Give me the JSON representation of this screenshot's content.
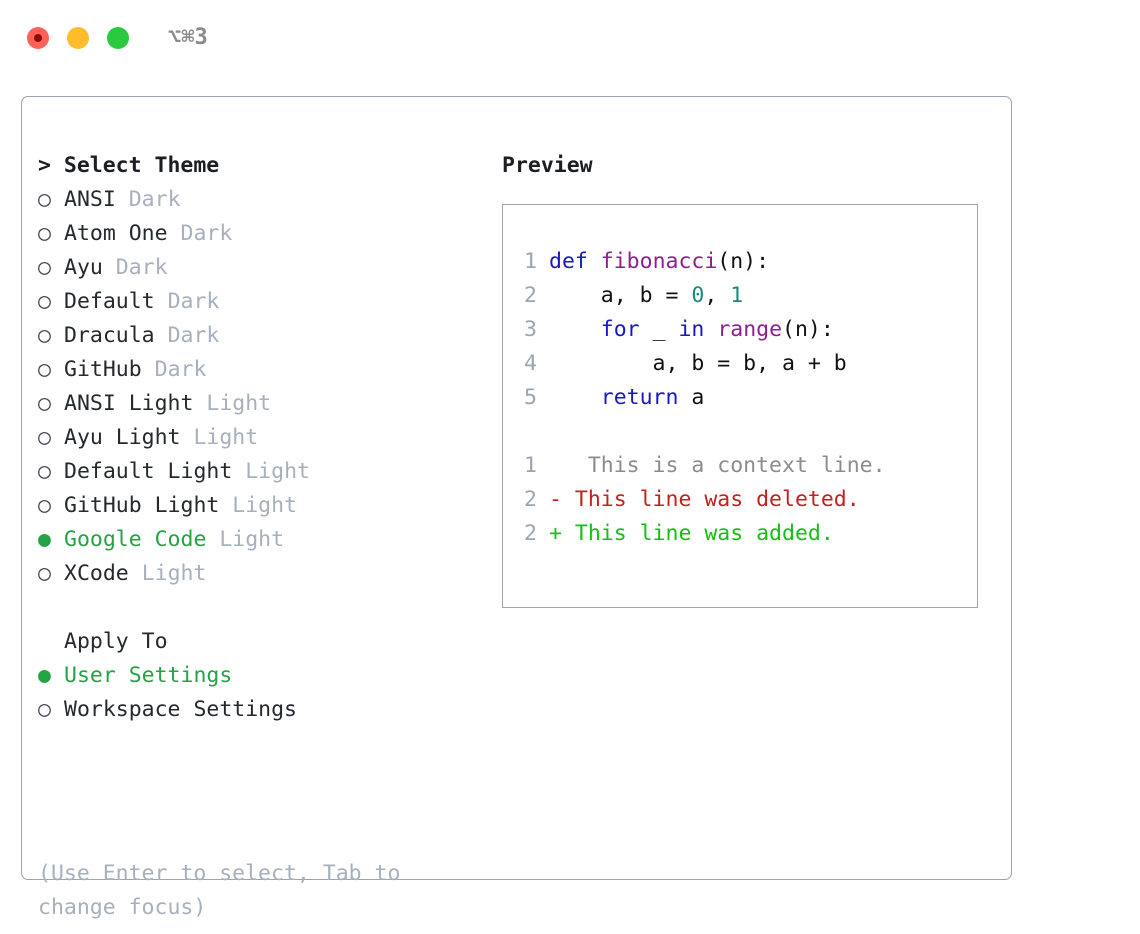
{
  "titlebar": {
    "shortcut": "⌥⌘3",
    "buttons": {
      "close": "close-button",
      "minimize": "minimize-button",
      "maximize": "maximize-button"
    }
  },
  "theme_section": {
    "heading": "> Select Theme",
    "prompt": ">",
    "title": "Select Theme",
    "items": [
      {
        "marker": "○",
        "label": "ANSI",
        "tag": "Dark",
        "selected": false
      },
      {
        "marker": "○",
        "label": "Atom One",
        "tag": "Dark",
        "selected": false
      },
      {
        "marker": "○",
        "label": "Ayu",
        "tag": "Dark",
        "selected": false
      },
      {
        "marker": "○",
        "label": "Default",
        "tag": "Dark",
        "selected": false
      },
      {
        "marker": "○",
        "label": "Dracula",
        "tag": "Dark",
        "selected": false
      },
      {
        "marker": "○",
        "label": "GitHub",
        "tag": "Dark",
        "selected": false
      },
      {
        "marker": "○",
        "label": "ANSI Light",
        "tag": "Light",
        "selected": false
      },
      {
        "marker": "○",
        "label": "Ayu Light",
        "tag": "Light",
        "selected": false
      },
      {
        "marker": "○",
        "label": "Default Light",
        "tag": "Light",
        "selected": false
      },
      {
        "marker": "○",
        "label": "GitHub Light",
        "tag": "Light",
        "selected": false
      },
      {
        "marker": "●",
        "label": "Google Code",
        "tag": "Light",
        "selected": true
      },
      {
        "marker": "○",
        "label": "XCode",
        "tag": "Light",
        "selected": false
      }
    ]
  },
  "apply_section": {
    "heading": "Apply To",
    "items": [
      {
        "marker": "●",
        "label": "User Settings",
        "selected": true
      },
      {
        "marker": "○",
        "label": "Workspace Settings",
        "selected": false
      }
    ]
  },
  "hint": "(Use Enter to select, Tab to change focus)",
  "preview": {
    "title": "Preview",
    "code_lines": [
      {
        "num": "1",
        "tokens": [
          {
            "t": "def",
            "c": "kw"
          },
          {
            "t": " ",
            "c": "plain"
          },
          {
            "t": "fibonacci",
            "c": "fn"
          },
          {
            "t": "(n):",
            "c": "plain"
          }
        ]
      },
      {
        "num": "2",
        "tokens": [
          {
            "t": "    a, b = ",
            "c": "plain"
          },
          {
            "t": "0",
            "c": "num"
          },
          {
            "t": ", ",
            "c": "plain"
          },
          {
            "t": "1",
            "c": "num"
          }
        ]
      },
      {
        "num": "3",
        "tokens": [
          {
            "t": "    ",
            "c": "plain"
          },
          {
            "t": "for",
            "c": "kw"
          },
          {
            "t": " _ ",
            "c": "plain"
          },
          {
            "t": "in",
            "c": "kw"
          },
          {
            "t": " ",
            "c": "plain"
          },
          {
            "t": "range",
            "c": "fn"
          },
          {
            "t": "(n):",
            "c": "plain"
          }
        ]
      },
      {
        "num": "4",
        "tokens": [
          {
            "t": "        a, b = b, a + b",
            "c": "plain"
          }
        ]
      },
      {
        "num": "5",
        "tokens": [
          {
            "t": "    ",
            "c": "plain"
          },
          {
            "t": "return",
            "c": "kw"
          },
          {
            "t": " a",
            "c": "plain"
          }
        ]
      }
    ],
    "diff_lines": [
      {
        "num": "1",
        "sign": " ",
        "text": "  This is a context line.",
        "kind": "ctx"
      },
      {
        "num": "2",
        "sign": "-",
        "text": " This line was deleted.",
        "kind": "del"
      },
      {
        "num": "2",
        "sign": "+",
        "text": " This line was added.",
        "kind": "add"
      }
    ]
  },
  "colors": {
    "accent_green": "#22a445",
    "border": "#9aa5b1",
    "muted": "#a7b0bd",
    "keyword": "#1818c4",
    "function": "#8f1f8f",
    "number": "#1a8a7a",
    "diff_deleted": "#c32020",
    "diff_added": "#14c014",
    "diff_context": "#8c8c8c",
    "traffic_close": "#ff6058",
    "traffic_minimize": "#ffbd2e",
    "traffic_maximize": "#2ac940"
  }
}
